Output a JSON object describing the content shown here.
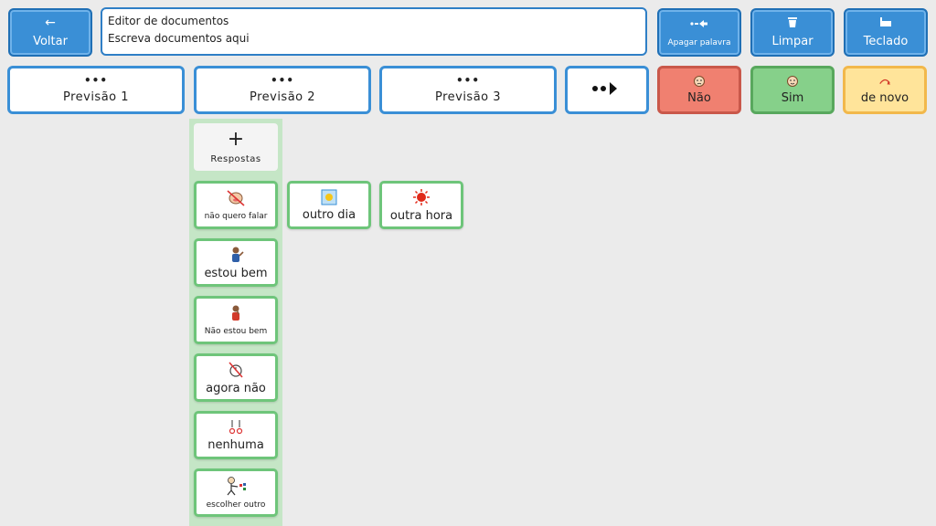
{
  "top_bar": {
    "back": {
      "icon": "arrow-left-icon",
      "label": "Voltar"
    },
    "editor": {
      "line1": "Editor de documentos",
      "line2": "Escreva documentos aqui"
    },
    "delete_word": {
      "icon": "backspace-icon",
      "label": "Apagar palavra"
    },
    "clear": {
      "icon": "trash-icon",
      "label": "Limpar"
    },
    "keyboard": {
      "icon": "keyboard-icon",
      "label": "Teclado"
    }
  },
  "predictions": [
    {
      "dots": "•••",
      "label": "Previsão 1"
    },
    {
      "dots": "•••",
      "label": "Previsão 2"
    },
    {
      "dots": "•••",
      "label": "Previsão 3"
    }
  ],
  "more_button": {
    "icon": "more-arrow-icon",
    "symbol": "••▶"
  },
  "quick": {
    "no": {
      "label": "Não",
      "color": "#f08070"
    },
    "yes": {
      "label": "Sim",
      "color": "#86d08a"
    },
    "again": {
      "label": "de novo",
      "color": "#ffe49a"
    }
  },
  "folder": {
    "label": "Respostas"
  },
  "tiles": [
    {
      "label": "não quero falar",
      "icon": "no-talk-icon"
    },
    {
      "label": "estou bem",
      "icon": "person-ok-icon"
    },
    {
      "label": "Não estou bem",
      "icon": "person-unwell-icon"
    },
    {
      "label": "agora não",
      "icon": "not-now-icon"
    },
    {
      "label": "nenhuma",
      "icon": "none-icon"
    },
    {
      "label": "escolher outro",
      "icon": "choose-other-icon"
    },
    {
      "label": "outro dia",
      "icon": "sun-icon"
    },
    {
      "label": "outra hora",
      "icon": "red-sun-icon"
    }
  ]
}
